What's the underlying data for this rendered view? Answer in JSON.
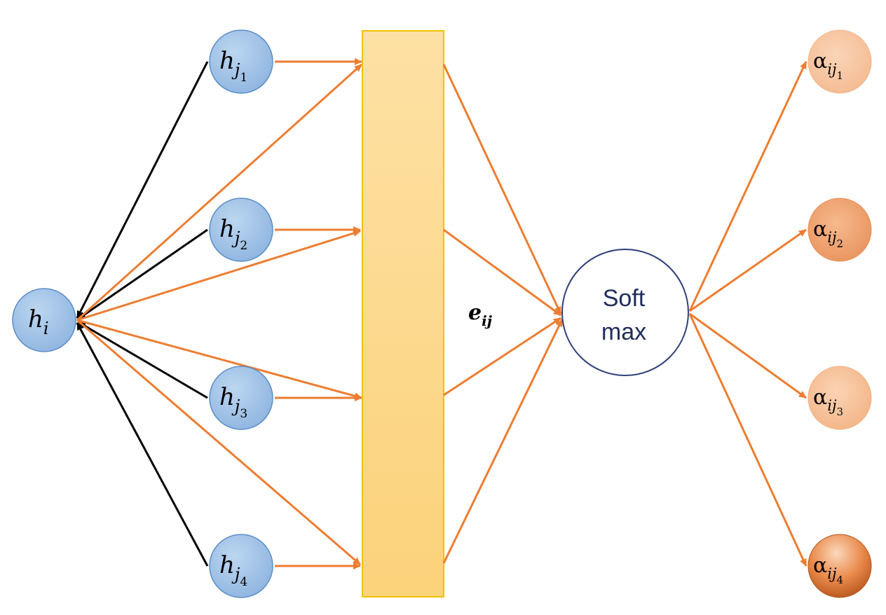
{
  "hi": {
    "base": "h",
    "sub": "i"
  },
  "hj": [
    {
      "base": "h",
      "sub": "j",
      "subsub": "1"
    },
    {
      "base": "h",
      "sub": "j",
      "subsub": "2"
    },
    {
      "base": "h",
      "sub": "j",
      "subsub": "3"
    },
    {
      "base": "h",
      "sub": "j",
      "subsub": "4"
    }
  ],
  "e_label": {
    "base": "e",
    "sub": "ij"
  },
  "softmax": {
    "line1": "Soft",
    "line2": "max"
  },
  "alpha": [
    {
      "base": "α",
      "sub": "ij",
      "subsub": "1"
    },
    {
      "base": "α",
      "sub": "ij",
      "subsub": "2"
    },
    {
      "base": "α",
      "sub": "ij",
      "subsub": "3"
    },
    {
      "base": "α",
      "sub": "ij",
      "subsub": "4"
    }
  ],
  "colors": {
    "node_blue": "#9dc3e6",
    "node_stroke": "#5b8ec9",
    "arrow_orange": "#ed7d31",
    "line_black": "#000000",
    "bar_fill": "#fdd98c",
    "bar_stroke": "#f2c200",
    "softmax_stroke": "#2f3f7a"
  }
}
